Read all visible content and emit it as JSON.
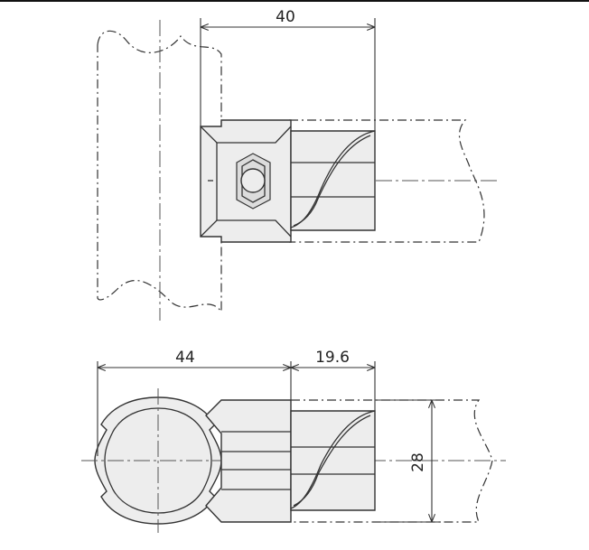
{
  "dimensions": {
    "top_width": "40",
    "bottom_left_width": "44",
    "bottom_right_width": "19.6",
    "height": "28"
  }
}
